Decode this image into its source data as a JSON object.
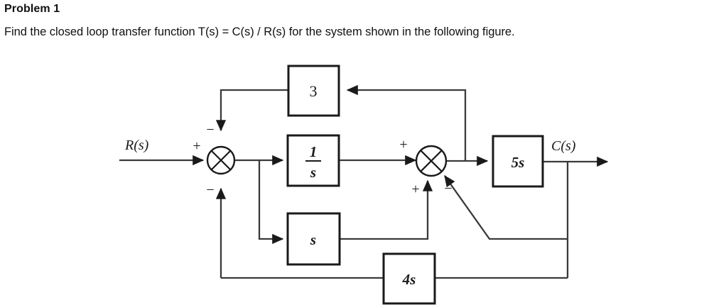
{
  "problem": {
    "title": "Problem 1",
    "statement": "Find the closed loop transfer function T(s) = C(s) / R(s) for the system shown in the following figure."
  },
  "figure": {
    "input_label": "R(s)",
    "output_label": "C(s)",
    "blocks": [
      {
        "id": "gain3",
        "label": "3"
      },
      {
        "id": "integrator",
        "label_numerator": "1",
        "label_denominator": "s"
      },
      {
        "id": "differentiator",
        "label": "s"
      },
      {
        "id": "gain5s",
        "label": "5s"
      },
      {
        "id": "gain4s",
        "label": "4s"
      }
    ],
    "summing_junctions": [
      {
        "id": "sum1",
        "signs": {
          "left": "+",
          "top": "−",
          "bottom": "−"
        }
      },
      {
        "id": "sum2",
        "signs": {
          "left": "+",
          "bottom_left": "+",
          "bottom_right": "−"
        }
      }
    ],
    "colors": {
      "line": "#3a3a3a",
      "block_border": "#1a1a1a",
      "text": "#111111",
      "background": "#ffffff"
    }
  }
}
